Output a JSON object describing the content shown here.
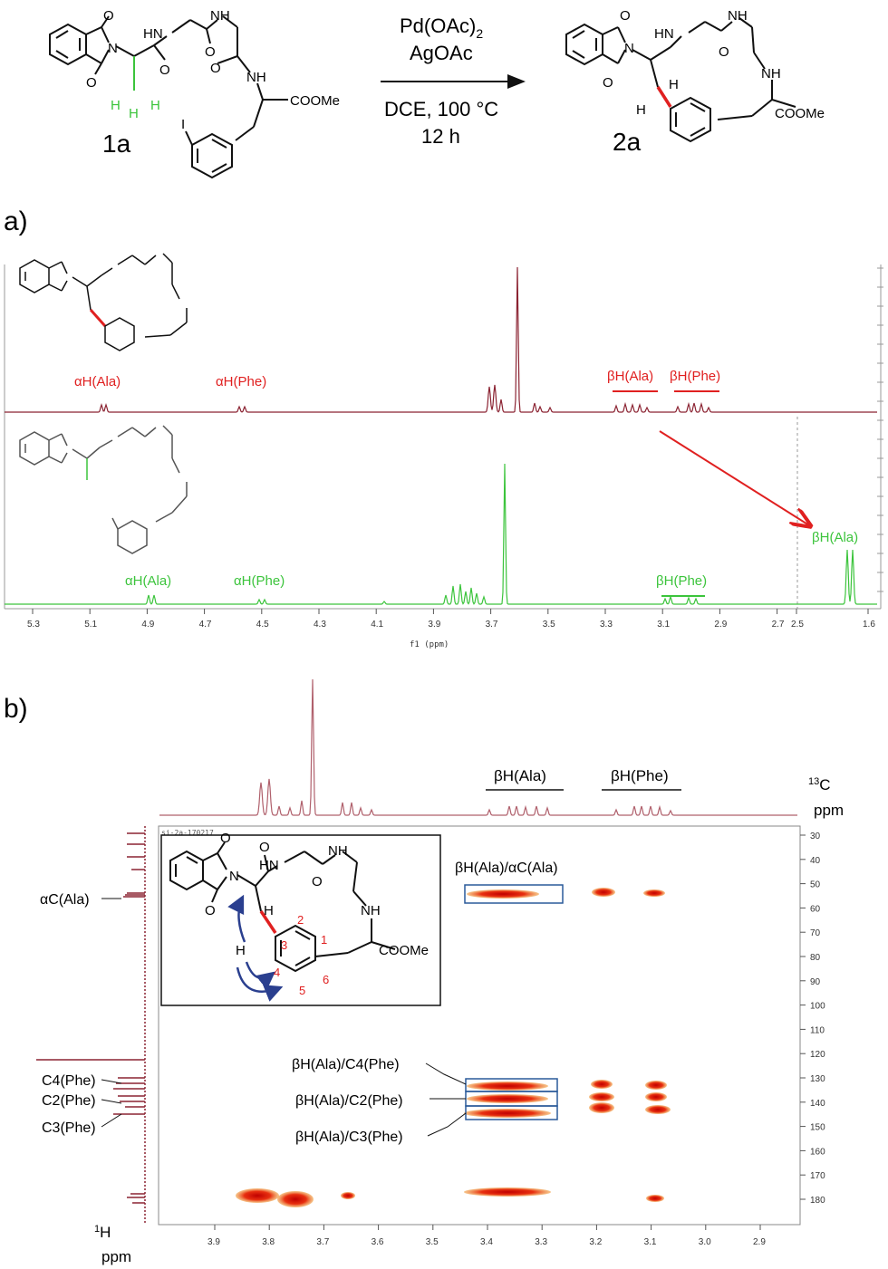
{
  "scheme": {
    "reagent1": "Pd(OAc)",
    "reagent1_sub": "2",
    "reagent2": "AgOAc",
    "solvent_temp": "DCE, 100 °C",
    "time": "12 h",
    "compound1": "1a",
    "compound2": "2a",
    "O": "O",
    "N": "N",
    "HN": "HN",
    "NH": "NH",
    "H": "H",
    "H2": "H",
    "H3": "H",
    "I": "I",
    "COOMe": "COOMe"
  },
  "panel_a": {
    "label": "a)",
    "top": {
      "alpha_ala": "αH(Ala)",
      "alpha_phe": "αH(Phe)",
      "beta_ala": "βH(Ala)",
      "beta_phe": "βH(Phe)"
    },
    "bottom": {
      "alpha_ala": "αH(Ala)",
      "alpha_phe": "αH(Phe)",
      "beta_phe": "βH(Phe)",
      "beta_ala": "βH(Ala)"
    },
    "axis_ticks": [
      "5.3",
      "5.1",
      "4.9",
      "4.7",
      "4.5",
      "4.3",
      "4.1",
      "3.9",
      "3.7",
      "3.5",
      "3.3",
      "3.1",
      "2.9",
      "2.7",
      "2.5",
      "1.6"
    ],
    "axis_label": "f1 (ppm)",
    "colors": {
      "top": "#8b2332",
      "bottom": "#3cc43c",
      "red": "#e02020"
    }
  },
  "panel_b": {
    "label": "b)",
    "hsqc_title": "sj-2a-170217",
    "top_labels": {
      "beta_ala": "βH(Ala)",
      "beta_phe": "βH(Phe)"
    },
    "c13_label": "13",
    "c13_label2": "C",
    "c13_ppm": "ppm",
    "h1_label": "1",
    "h1_label2": "H",
    "h1_ppm": "ppm",
    "left_labels": {
      "alpha_c": "αC(Ala)",
      "c4": "C4(Phe)",
      "c2": "C2(Phe)",
      "c3": "C3(Phe)"
    },
    "cross_labels": {
      "ala_alpha": "βH(Ala)/αC(Ala)",
      "c4": "βH(Ala)/C4(Phe)",
      "c2": "βH(Ala)/C2(Phe)",
      "c3": "βH(Ala)/C3(Phe)"
    },
    "ring_numbers": [
      "1",
      "2",
      "3",
      "4",
      "5",
      "6"
    ],
    "x_ticks": [
      "3.9",
      "3.8",
      "3.7",
      "3.6",
      "3.5",
      "3.4",
      "3.3",
      "3.2",
      "3.1",
      "3.0",
      "2.9"
    ],
    "y_ticks": [
      "30",
      "40",
      "50",
      "60",
      "70",
      "80",
      "90",
      "100",
      "110",
      "120",
      "130",
      "140",
      "150",
      "160",
      "170",
      "180"
    ],
    "colors": {
      "spectrum": "#b0606c",
      "contour": "#e03010",
      "box": "#2a5a9a"
    }
  }
}
